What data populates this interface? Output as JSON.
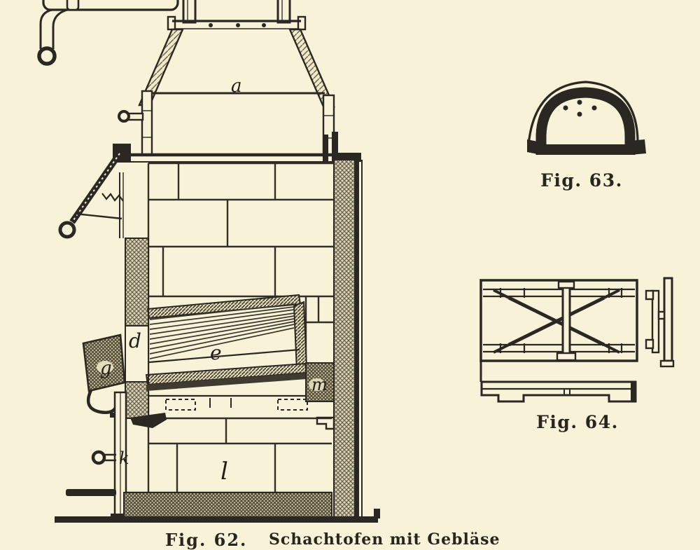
{
  "page": {
    "background_color": "#f7f2d8",
    "ink_color": "#2b2722"
  },
  "figures": {
    "fig62": {
      "labels": {
        "a": "a",
        "d": "d",
        "e": "e",
        "g": "g",
        "m": "m",
        "k": "k",
        "l": "l"
      },
      "caption_label": "Fig. 62.",
      "caption_fragment": "Schachtofen mit Gebläse"
    },
    "fig63": {
      "caption": "Fig. 63."
    },
    "fig64": {
      "caption": "Fig. 64."
    }
  }
}
